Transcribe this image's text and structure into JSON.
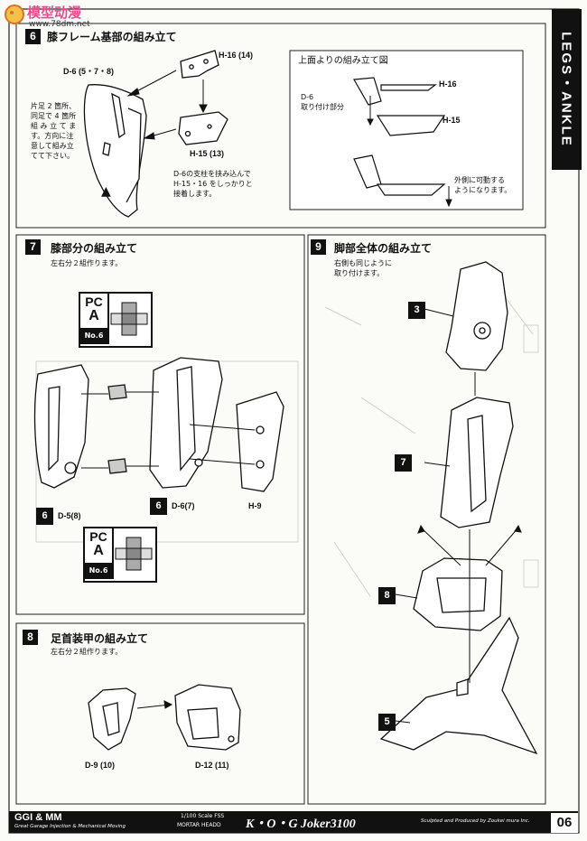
{
  "watermark": {
    "brand": "模型动漫",
    "url": "www.78dm.net"
  },
  "side_tab": {
    "label": "LEGS・ANKLE"
  },
  "sections": {
    "s6": {
      "number": "6",
      "title": "膝フレーム基部の組み立て",
      "labels": {
        "h16": "H-16 (14)",
        "d6": "D-6 (5・7・8)",
        "h15": "H-15 (13)"
      },
      "note_left": [
        "片足 2 箇所、",
        "同足で 4 箇所",
        "組 み 立 て ま",
        "す。方向に注",
        "意して組み立",
        "てて下さい。"
      ],
      "note_bottom": [
        "D-6の支柱を挟み込んで",
        "H-15・16 をしっかりと",
        "接着します。"
      ],
      "inset": {
        "title": "上面よりの組み立て図",
        "h16": "H-16",
        "h15": "H-15",
        "d6_note": [
          "D-6",
          "取り付け部分"
        ],
        "move_note": [
          "外側に可動する",
          "ようになります。"
        ]
      }
    },
    "s7": {
      "number": "7",
      "title": "膝部分の組み立て",
      "note": "左右分２組作ります。",
      "pc_top": {
        "pc": "PC",
        "letter": "A",
        "no": "No.6"
      },
      "pc_bottom": {
        "pc": "PC",
        "letter": "A",
        "no": "No.6"
      },
      "callout_d5": "6",
      "label_d5": "D-5(8)",
      "callout_d6": "6",
      "label_d6": "D-6(7)",
      "label_h9": "H-9"
    },
    "s8": {
      "number": "8",
      "title": "足首装甲の組み立て",
      "note": "左右分２組作ります。",
      "label_d9": "D-9 (10)",
      "label_d12": "D-12 (11)"
    },
    "s9": {
      "number": "9",
      "title": "脚部全体の組み立て",
      "note": [
        "右側も同じように",
        "取り付けます。"
      ],
      "callouts": [
        "3",
        "7",
        "8",
        "5"
      ]
    }
  },
  "footer": {
    "brand": "GGI & MM",
    "brand_sub": "Great Garage Injection & Mechanical Moving",
    "scale": "1/100 Scale FSS",
    "model": "MORTAR HEADD",
    "title": "K・O・G  Joker3100",
    "credit": "Sculpted and Produced by Zoukei mura Inc.",
    "page": "06"
  }
}
